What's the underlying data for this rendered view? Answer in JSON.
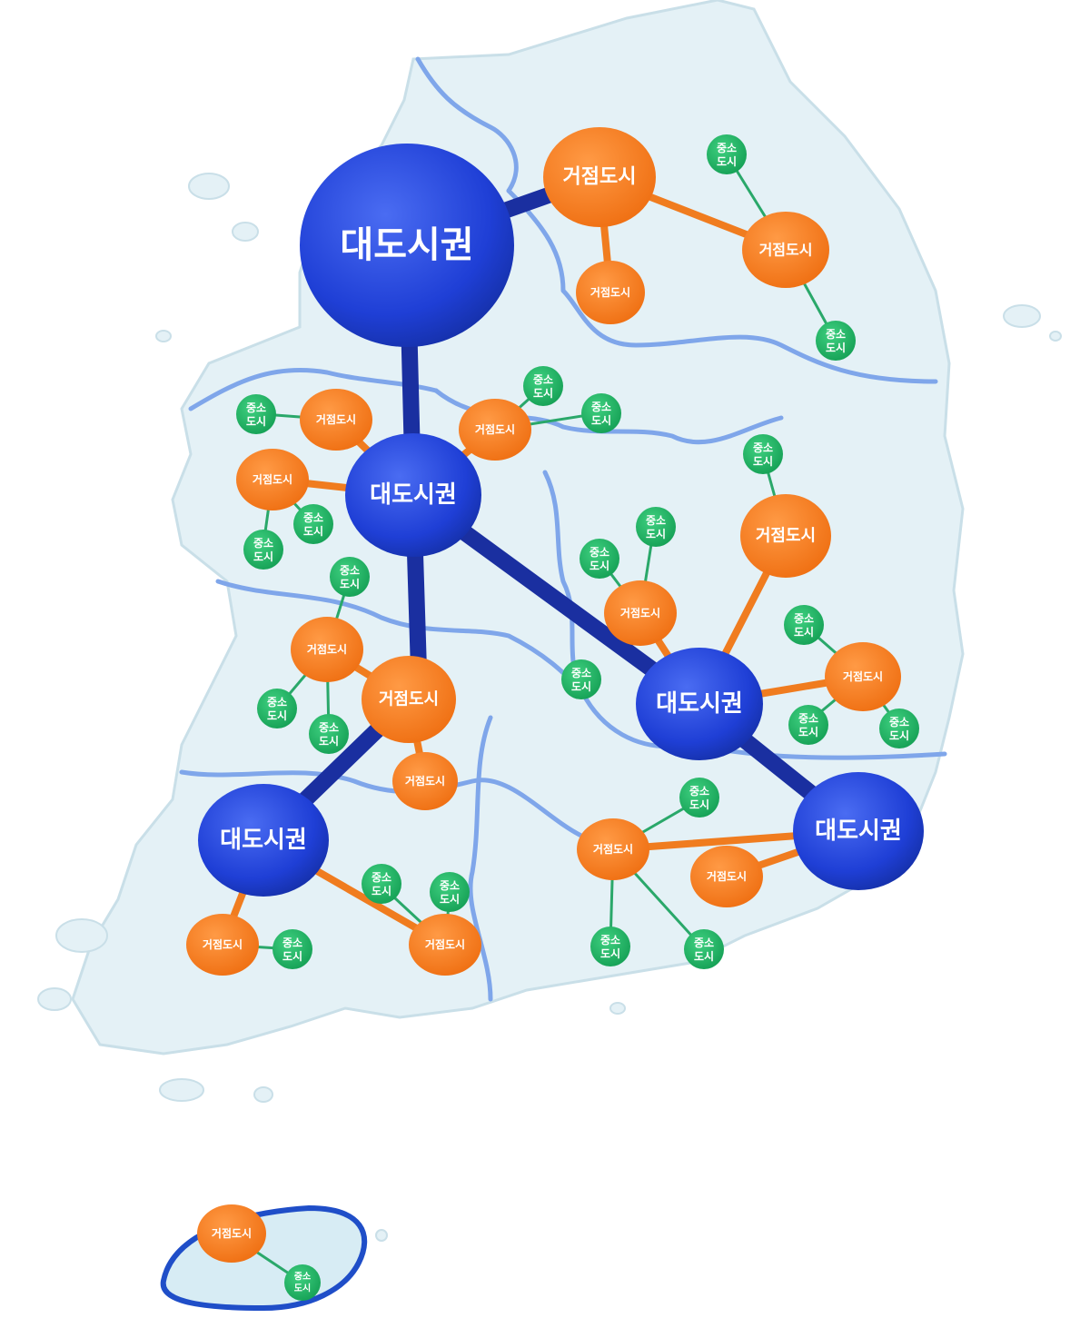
{
  "colors": {
    "metro": "#1f3fd6",
    "hub": "#f47a20",
    "small": "#20b060",
    "land": "#e4f1f6",
    "border": "#7fa6ea"
  },
  "labels": {
    "metro": "대도시권",
    "hub": "거점도시",
    "small_line1": "중소",
    "small_line2": "도시"
  }
}
